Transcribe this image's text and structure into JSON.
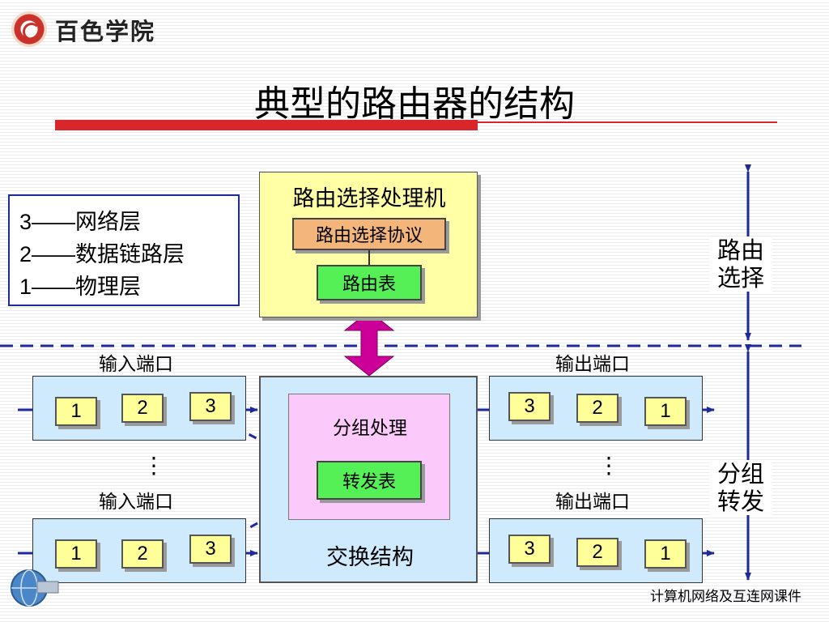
{
  "logo": {
    "text": "百色学院"
  },
  "title": "典型的路由器的结构",
  "legend": [
    "3——网络层",
    "2——数据链路层",
    "1——物理层"
  ],
  "routing_processor": {
    "label": "路由选择处理机",
    "protocol": "路由选择协议",
    "routing_table": "路由表"
  },
  "switch_fabric": {
    "label": "交换结构",
    "packet_processing": "分组处理",
    "forwarding_table": "转发表"
  },
  "input_ports": [
    {
      "label": "输入端口",
      "queue": [
        "1",
        "2",
        "3"
      ]
    },
    {
      "label": "输入端口",
      "queue": [
        "1",
        "2",
        "3"
      ]
    }
  ],
  "output_ports": [
    {
      "label": "输出端口",
      "queue": [
        "3",
        "2",
        "1"
      ]
    },
    {
      "label": "输出端口",
      "queue": [
        "3",
        "2",
        "1"
      ]
    }
  ],
  "ellipsis": "⋮",
  "side_labels": {
    "routing": "路由\n选择",
    "forwarding": "分组\n转发"
  },
  "footer": "计算机网络及互连网课件",
  "colors": {
    "title_bar": "#d8262b",
    "legend_border": "#1f2a99",
    "processor_fill": "#ffffa6",
    "protocol_fill": "#f4b57a",
    "table_fill": "#55f055",
    "fabric_fill": "#cfeafc",
    "packet_fill": "#fbcafb",
    "queue_fill": "#ffff99",
    "arrow_navy": "#1f2a99",
    "magenta_arrow": "#cc0099"
  }
}
